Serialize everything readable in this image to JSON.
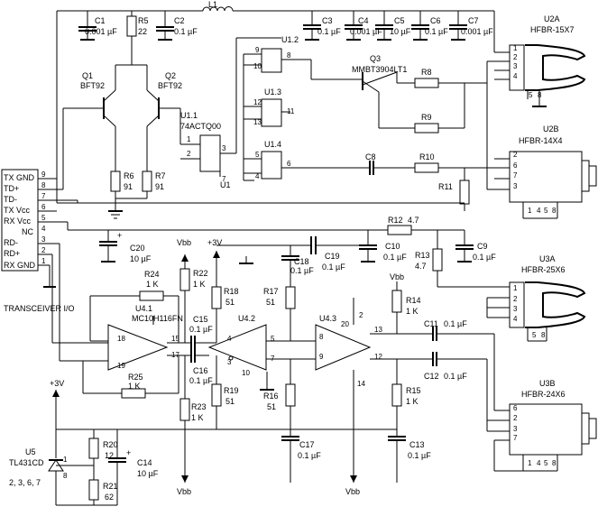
{
  "transceiver": {
    "pins": [
      "TX GND",
      "TD+",
      "TD-",
      "TX Vcc",
      "RX Vcc",
      "NC",
      "RD-",
      "RD+",
      "RX GND"
    ],
    "pin_numbers": [
      "9",
      "8",
      "7",
      "6",
      "5",
      "4",
      "3",
      "2",
      "1"
    ],
    "caption": "TRANSCEIVER I/O"
  },
  "parts": {
    "c1": {
      "ref": "C1",
      "val": "0.001 µF"
    },
    "r5": {
      "ref": "R5",
      "val": "22"
    },
    "c2": {
      "ref": "C2",
      "val": "0.1 µF"
    },
    "l1": {
      "ref": "L1"
    },
    "c3": {
      "ref": "C3",
      "val": "0.1 µF"
    },
    "c4": {
      "ref": "C4",
      "val": "0.001 µF"
    },
    "c5": {
      "ref": "C5",
      "val": "10 µF"
    },
    "c6": {
      "ref": "C6",
      "val": "0.1 µF"
    },
    "c7": {
      "ref": "C7",
      "val": "0.001 µF"
    },
    "q1": {
      "ref": "Q1",
      "val": "BFT92"
    },
    "q2": {
      "ref": "Q2",
      "val": "BFT92"
    },
    "u1": {
      "ref": "U1",
      "sub1": "U1.1",
      "sub2": "U1.2",
      "sub3": "U1.3",
      "sub4": "U1.4",
      "type": "74ACTQ00"
    },
    "q3": {
      "ref": "Q3",
      "val": "MMBT3904LT1"
    },
    "r6": {
      "ref": "R6",
      "val": "91"
    },
    "r7": {
      "ref": "R7",
      "val": "91"
    },
    "r8": {
      "ref": "R8"
    },
    "r9": {
      "ref": "R9"
    },
    "r10": {
      "ref": "R10"
    },
    "r11": {
      "ref": "R11"
    },
    "c8": {
      "ref": "C8"
    },
    "u2a": {
      "ref": "U2A",
      "val": "HFBR-15X7"
    },
    "u2b": {
      "ref": "U2B",
      "val": "HFBR-14X4"
    },
    "c20": {
      "ref": "C20",
      "val": "10 µF"
    },
    "r12": {
      "ref": "R12",
      "val": "4.7"
    },
    "c10": {
      "ref": "C10",
      "val": "0.1 µF"
    },
    "c9": {
      "ref": "C9",
      "val": "0.1 µF"
    },
    "c19": {
      "ref": "C19",
      "val": "0.1 µF"
    },
    "c18": {
      "ref": "C18",
      "val": "0.1 µF"
    },
    "r13": {
      "ref": "R13",
      "val": "4.7"
    },
    "u3a": {
      "ref": "U3A",
      "val": "HFBR-25X6"
    },
    "u3b": {
      "ref": "U3B",
      "val": "HFBR-24X6"
    },
    "r24": {
      "ref": "R24",
      "val": "1 K"
    },
    "r22": {
      "ref": "R22",
      "val": "1 K"
    },
    "r18": {
      "ref": "R18",
      "val": "51"
    },
    "r17": {
      "ref": "R17",
      "val": "51"
    },
    "r14": {
      "ref": "R14",
      "val": "1 K"
    },
    "u4": {
      "sub1": "U4.1",
      "sub2": "U4.2",
      "sub3": "U4.3",
      "type": "MC10H116FN"
    },
    "c15": {
      "ref": "C15",
      "val": "0.1 µF"
    },
    "c16": {
      "ref": "C16",
      "val": "0.1 µF"
    },
    "c11": {
      "ref": "C11",
      "val": "0.1 µF"
    },
    "c12": {
      "ref": "C12",
      "val": "0.1 µF"
    },
    "r25": {
      "ref": "R25",
      "val": "1 K"
    },
    "r23": {
      "ref": "R23",
      "val": "1 K"
    },
    "r19": {
      "ref": "R19",
      "val": "51"
    },
    "r16": {
      "ref": "R16",
      "val": "51"
    },
    "r15": {
      "ref": "R15",
      "val": "1 K"
    },
    "c17": {
      "ref": "C17",
      "val": "0.1 µF"
    },
    "c13": {
      "ref": "C13",
      "val": "0.1 µF"
    },
    "u5": {
      "ref": "U5",
      "val": "TL431CD",
      "pins": "2, 3, 6, 7"
    },
    "r20": {
      "ref": "R20",
      "val": "12"
    },
    "r21": {
      "ref": "R21",
      "val": "62"
    },
    "c14": {
      "ref": "C14",
      "val": "10 µF"
    }
  },
  "rails": {
    "vbb": "Vbb",
    "v3": "+3V"
  }
}
